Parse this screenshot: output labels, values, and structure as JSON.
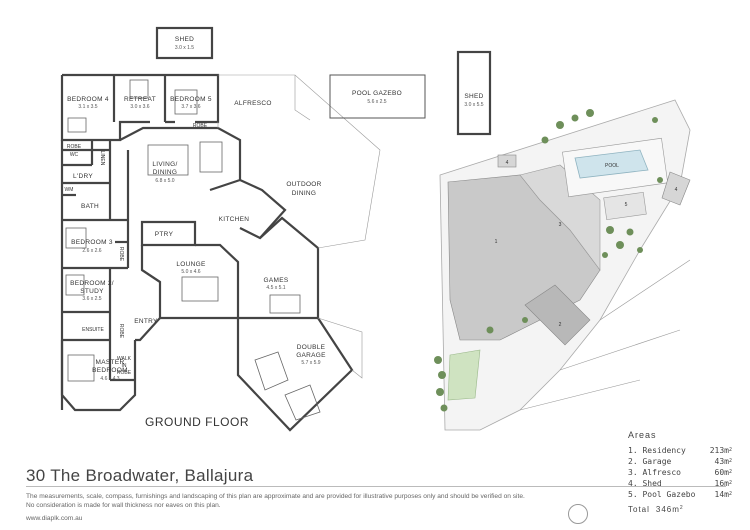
{
  "floor_title": "GROUND FLOOR",
  "address": "30 The Broadwater, Ballajura",
  "disclaimer_line1": "The measurements, scale, compass, furnishings and landscaping of this plan are approximate and are provided for illustrative purposes only and should be verified on site.",
  "disclaimer_line2": "No consideration is made for wall thickness nor eaves on this plan.",
  "website": "www.diaplk.com.au",
  "rooms": {
    "shed_small": {
      "name": "SHED",
      "dims": "3.0 x 1.5"
    },
    "bedroom4": {
      "name": "BEDROOM 4",
      "dims": "3.1 x 3.5"
    },
    "retreat": {
      "name": "RETREAT",
      "dims": "3.0 x 3.6"
    },
    "bedroom5": {
      "name": "BEDROOM 5",
      "dims": "3.7 x 3.6"
    },
    "alfresco": {
      "name": "ALFRESCO"
    },
    "pool_gazebo": {
      "name": "POOL GAZEBO",
      "dims": "5.6 x 2.5"
    },
    "shed_large": {
      "name": "SHED",
      "dims": "3.0 x 5.5"
    },
    "living": {
      "name": "LIVING/",
      "name2": "DINING",
      "dims": "6.8 x 5.0"
    },
    "outdoor": {
      "name": "OUTDOOR",
      "name2": "DINING"
    },
    "kitchen": {
      "name": "KITCHEN"
    },
    "ptry": {
      "name": "PTRY"
    },
    "lounge": {
      "name": "LOUNGE",
      "dims": "5.0 x 4.6"
    },
    "games": {
      "name": "GAMES",
      "dims": "4.5 x 5.1"
    },
    "bedroom3": {
      "name": "BEDROOM 3",
      "dims": "2.6 x 2.6"
    },
    "bedroom2": {
      "name": "BEDROOM 2/",
      "name2": "STUDY",
      "dims": "3.6 x 2.5"
    },
    "entry": {
      "name": "ENTRY"
    },
    "ensuite": {
      "name": "ENSUITE"
    },
    "master": {
      "name": "MASTER",
      "name2": "BEDROOM",
      "dims": "4.6 x 4.3"
    },
    "walkin": {
      "name": "WALK",
      "name2": "IN",
      "name3": "ROBE"
    },
    "garage": {
      "name": "DOUBLE",
      "name2": "GARAGE",
      "dims": "5.7 x 5.9"
    },
    "robe1": {
      "name": "ROBE"
    },
    "robe2": {
      "name": "ROBE"
    },
    "robe3": {
      "name": "ROBE"
    },
    "robe4": {
      "name": "ROBE"
    },
    "wc": {
      "name": "WC"
    },
    "linen": {
      "name": "LINEN"
    },
    "ldry": {
      "name": "L'DRY"
    },
    "wm": {
      "name": "WM"
    },
    "bath": {
      "name": "BATH"
    }
  },
  "site": {
    "pool": "POOL",
    "labels": [
      "1",
      "2",
      "3",
      "4",
      "4",
      "5"
    ]
  },
  "areas": {
    "title": "Areas",
    "rows": [
      {
        "label": "1. Residency",
        "value": "213m"
      },
      {
        "label": "2. Garage",
        "value": "43m"
      },
      {
        "label": "3. Alfresco",
        "value": "60m"
      },
      {
        "label": "4. Shed",
        "value": "16m"
      },
      {
        "label": "5. Pool Gazebo",
        "value": "14m"
      }
    ],
    "total_label": "Total",
    "total_value": "346m",
    "unit_sup": "2"
  }
}
